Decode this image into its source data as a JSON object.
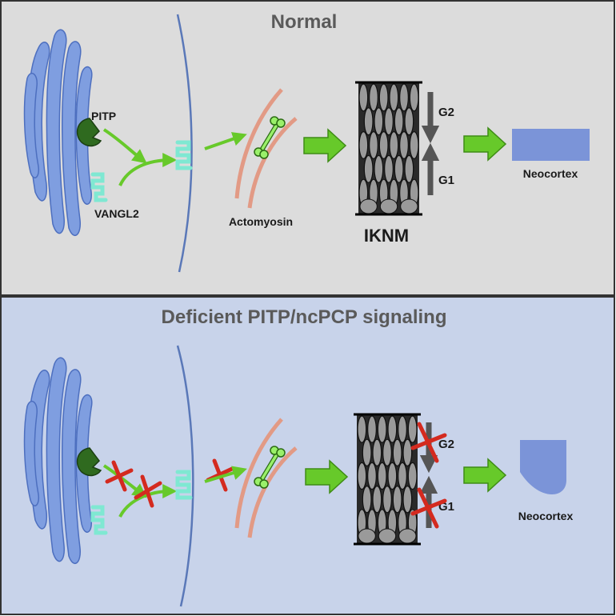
{
  "colors": {
    "top_panel_bg": "#dcdcdc",
    "bottom_panel_bg": "#c8d3ea",
    "panel_border": "#333333",
    "golgi": "#7f9ee0",
    "golgi_stroke": "#4d6fbf",
    "pitp": "#2f6a1f",
    "vangl2": "#7fe8d2",
    "membrane": "#5a78b8",
    "actin": "#e29a85",
    "myosin": "#9af06a",
    "arrow_green": "#67c92a",
    "arrow_green_stroke": "#3f8c16",
    "cell_fill": "#9a9a9a",
    "cell_stroke": "#111111",
    "phase_arrow": "#555555",
    "block_x": "#d42a1f",
    "neocortex": "#7b94d8"
  },
  "panels": {
    "normal": {
      "title": "Normal",
      "labels": {
        "pitp": "PITP",
        "vangl2": "VANGL2",
        "actomyosin": "Actomyosin",
        "iknm": "IKNM",
        "g2": "G2",
        "g1": "G1",
        "neocortex": "Neocortex"
      },
      "icons": [
        "golgi-icon",
        "pitp-icon",
        "vangl2-icon",
        "membrane-icon",
        "actomyosin-icon",
        "iknm-cells-icon",
        "neocortex-block-icon"
      ]
    },
    "deficient": {
      "title": "Deficient PITP/ncPCP signaling",
      "labels": {
        "g2": "G2",
        "g1": "G1",
        "neocortex": "Neocortex"
      },
      "icons": [
        "golgi-icon",
        "pitp-icon",
        "vangl2-icon",
        "membrane-icon",
        "actomyosin-icon",
        "iknm-cells-icon",
        "neocortex-block-icon",
        "block-x-icon"
      ]
    }
  }
}
